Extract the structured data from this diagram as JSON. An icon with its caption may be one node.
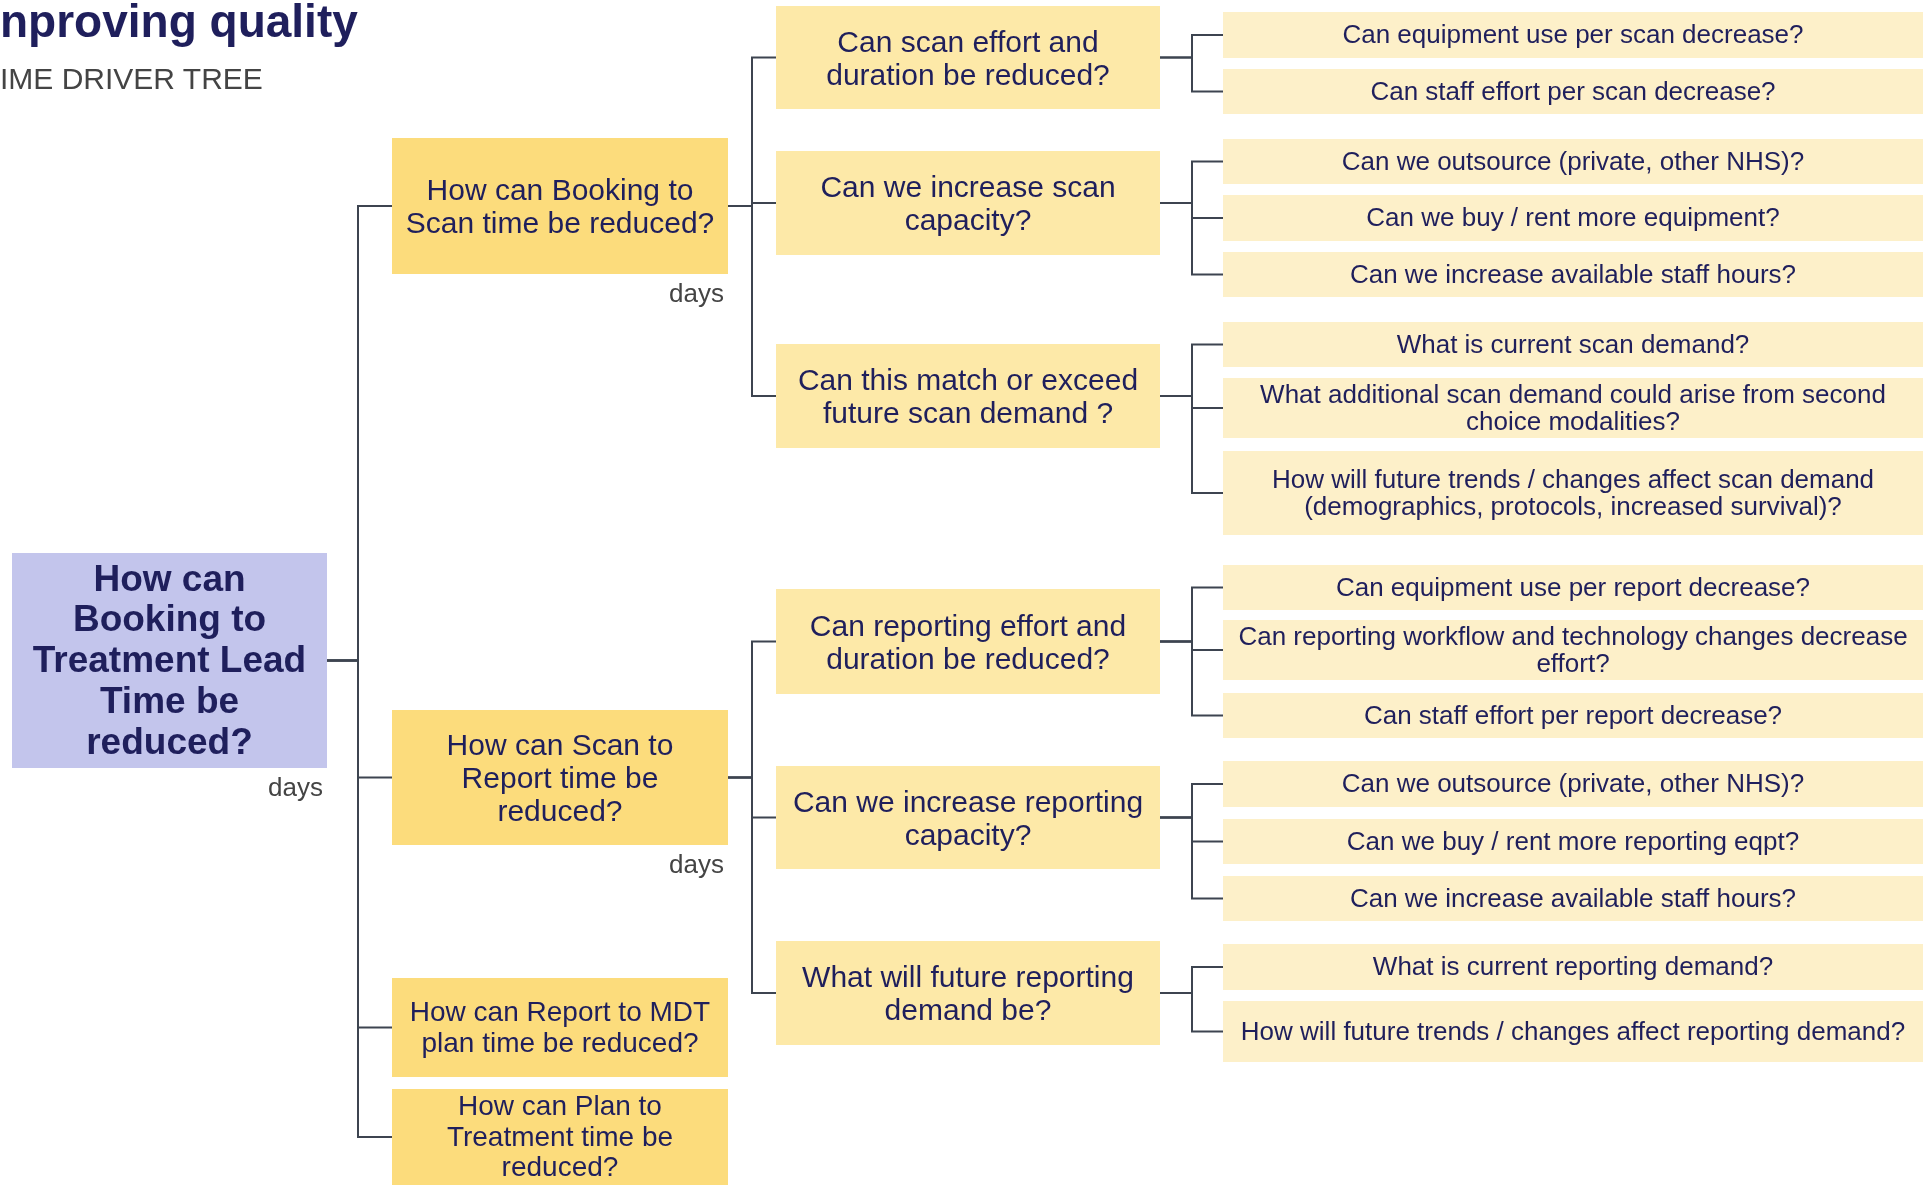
{
  "diagram": {
    "title": "nproving quality",
    "caption": "IME DRIVER TREE",
    "nodes": [
      {
        "text": [
          "How can Booking to Treatment Lead Time be reduced?"
        ],
        "beside": [
          "days"
        ]
      },
      {
        "text": [
          "How can Booking to Scan time be reduced?"
        ],
        "beside": [
          "days"
        ]
      },
      {
        "text": [
          "Can scan effort and duration be reduced?"
        ]
      },
      {
        "text": [
          "Can equipment use per scan decrease?"
        ]
      },
      {
        "text": [
          "Can staff effort per scan decrease?"
        ]
      },
      {
        "text": [
          "Can we increase scan capacity?"
        ]
      },
      {
        "text": [
          "Can we outsource (private, other NHS)?"
        ]
      },
      {
        "text": [
          "Can we buy / rent more equipment?"
        ]
      },
      {
        "text": [
          "Can we increase available staff hours?"
        ]
      },
      {
        "text": [
          "Can this match or exceed future scan demand ?"
        ]
      },
      {
        "text": [
          "What is current scan demand?"
        ]
      },
      {
        "text": [
          "What additional scan demand could arise from second choice modalities?"
        ]
      },
      {
        "text": [
          "How will future trends / changes affect scan demand (demographics, protocols, increased survival)?"
        ]
      },
      {
        "text": [
          "How can Scan to Report time be reduced?"
        ],
        "beside": [
          "days"
        ]
      },
      {
        "text": [
          "Can reporting effort and duration be reduced?"
        ]
      },
      {
        "text": [
          "Can equipment use per report decrease?"
        ]
      },
      {
        "text": [
          "Can reporting workflow and technology changes decrease effort?"
        ]
      },
      {
        "text": [
          "Can staff effort per report decrease?"
        ]
      },
      {
        "text": [
          "Can we increase reporting capacity?"
        ]
      },
      {
        "text": [
          "Can we outsource (private, other NHS)?"
        ]
      },
      {
        "text": [
          "Can we buy / rent more reporting eqpt?"
        ]
      },
      {
        "text": [
          "Can we increase available staff hours?"
        ]
      },
      {
        "text": [
          "What will future reporting demand be?"
        ]
      },
      {
        "text": [
          "What is current reporting demand?"
        ]
      },
      {
        "text": [
          "How will future trends / changes affect reporting demand?"
        ]
      },
      {
        "text": [
          "How can Report to MDT plan time be reduced?"
        ]
      },
      {
        "text": [
          "How can Plan to Treatment time be reduced?"
        ]
      }
    ],
    "edges": [
      {
        "from": 0,
        "to": 1,
        "arrow": "none"
      },
      {
        "from": 0,
        "to": 13,
        "arrow": "none"
      },
      {
        "from": 0,
        "to": 25,
        "arrow": "none"
      },
      {
        "from": 0,
        "to": 26,
        "arrow": "none"
      },
      {
        "from": 1,
        "to": 2,
        "arrow": "none"
      },
      {
        "from": 1,
        "to": 5,
        "arrow": "none"
      },
      {
        "from": 1,
        "to": 9,
        "arrow": "none"
      },
      {
        "from": 2,
        "to": 3,
        "arrow": "none"
      },
      {
        "from": 2,
        "to": 4,
        "arrow": "none"
      },
      {
        "from": 5,
        "to": 6,
        "arrow": "none"
      },
      {
        "from": 5,
        "to": 7,
        "arrow": "none"
      },
      {
        "from": 5,
        "to": 8,
        "arrow": "none"
      },
      {
        "from": 9,
        "to": 10,
        "arrow": "none"
      },
      {
        "from": 9,
        "to": 11,
        "arrow": "none"
      },
      {
        "from": 9,
        "to": 12,
        "arrow": "none"
      },
      {
        "from": 13,
        "to": 14,
        "arrow": "none"
      },
      {
        "from": 13,
        "to": 18,
        "arrow": "none"
      },
      {
        "from": 13,
        "to": 22,
        "arrow": "none"
      },
      {
        "from": 14,
        "to": 15,
        "arrow": "none"
      },
      {
        "from": 14,
        "to": 16,
        "arrow": "none"
      },
      {
        "from": 14,
        "to": 17,
        "arrow": "none"
      },
      {
        "from": 18,
        "to": 19,
        "arrow": "none"
      },
      {
        "from": 18,
        "to": 20,
        "arrow": "none"
      },
      {
        "from": 18,
        "to": 21,
        "arrow": "none"
      },
      {
        "from": 22,
        "to": 23,
        "arrow": "none"
      },
      {
        "from": 22,
        "to": 24,
        "arrow": "none"
      }
    ]
  }
}
